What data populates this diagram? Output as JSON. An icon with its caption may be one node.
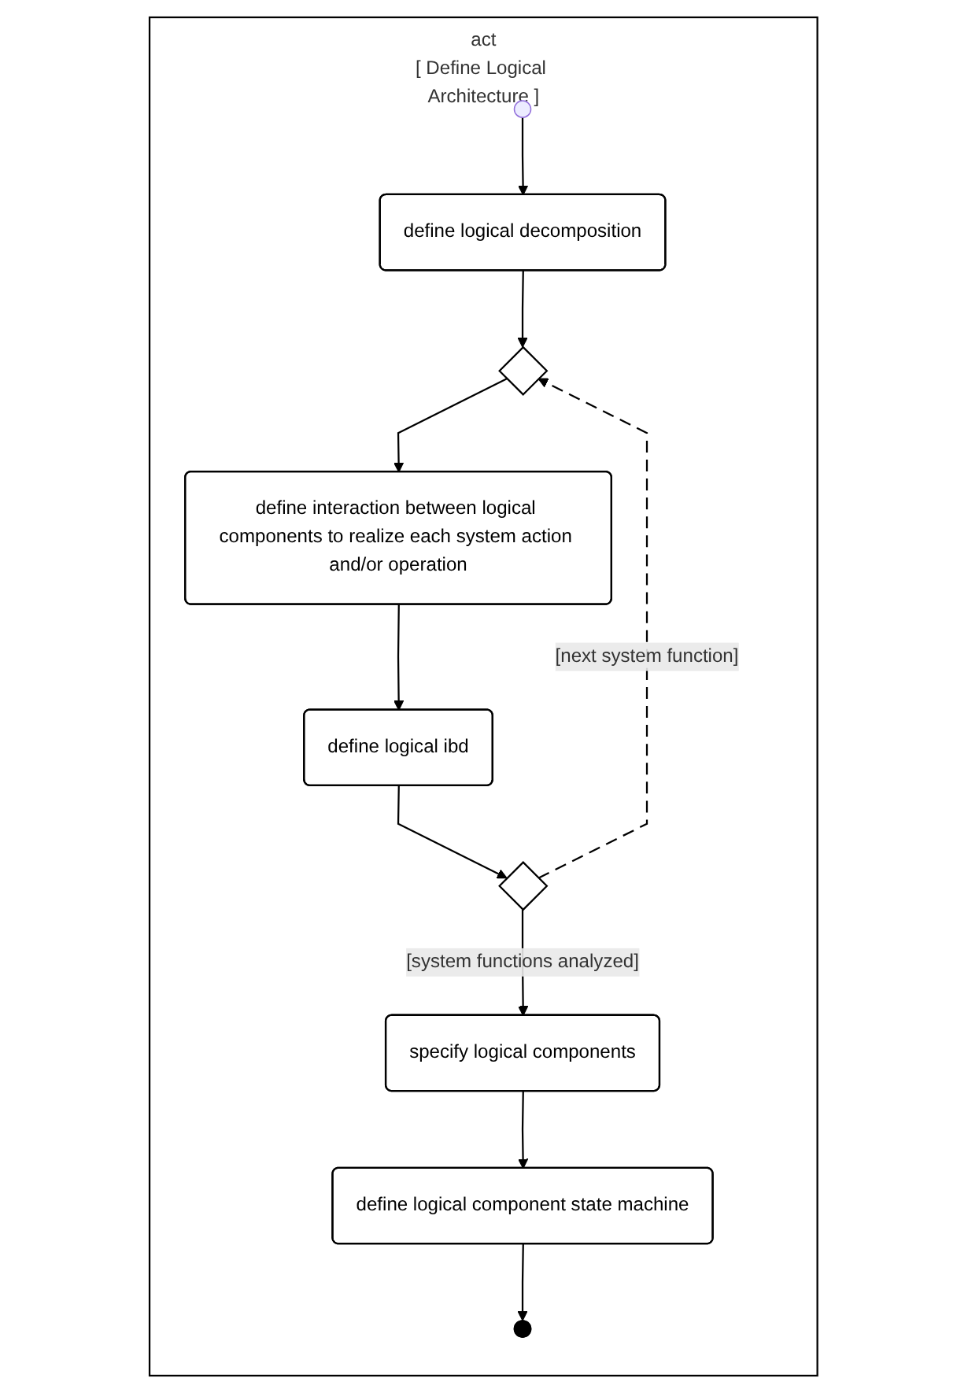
{
  "diagram": {
    "nodes": [
      {
        "text": [
          "act",
          "[ Define Logical Architecture ]"
        ]
      },
      {
        "text": [],
        "shape": "circle",
        "in": 0
      },
      {
        "text": [
          "define logical decomposition"
        ],
        "in": 0
      },
      {
        "text": [],
        "shape": "diamond",
        "in": 0
      },
      {
        "text": [
          "define interaction between logical components to realize each system action and/or operation"
        ],
        "in": 0
      },
      {
        "text": [
          "define logical ibd"
        ],
        "in": 0
      },
      {
        "text": [],
        "shape": "diamond",
        "in": 0
      },
      {
        "text": [
          "specify logical components"
        ],
        "in": 0
      },
      {
        "text": [
          "define logical component state machine"
        ],
        "in": 0
      },
      {
        "text": [],
        "shape": "circle",
        "in": 0
      }
    ],
    "edges": [
      {
        "from": 1,
        "to": 2,
        "arrow": "to"
      },
      {
        "from": 2,
        "to": 3,
        "arrow": "to"
      },
      {
        "from": 3,
        "to": 4,
        "arrow": "to"
      },
      {
        "from": 4,
        "to": 5,
        "arrow": "to"
      },
      {
        "from": 5,
        "to": 6,
        "arrow": "to"
      },
      {
        "from": 6,
        "to": 3,
        "arrow": "to",
        "label": "[next system function]",
        "style": "dashed"
      },
      {
        "from": 6,
        "to": 7,
        "arrow": "to",
        "label": "[system functions analyzed]"
      },
      {
        "from": 7,
        "to": 8,
        "arrow": "to"
      },
      {
        "from": 8,
        "to": 9,
        "arrow": "to"
      }
    ]
  }
}
